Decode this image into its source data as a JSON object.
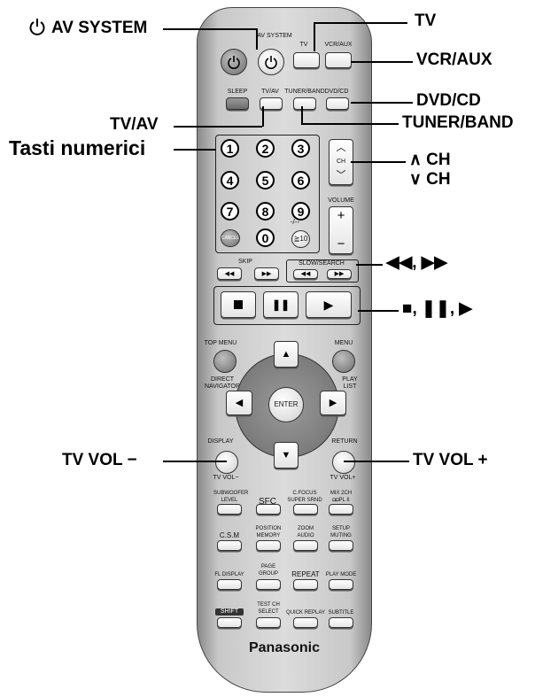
{
  "callouts": {
    "av_system": "AV SYSTEM",
    "tv": "TV",
    "vcr_aux": "VCR/AUX",
    "dvd_cd": "DVD/CD",
    "tv_av": "TV/AV",
    "tuner_band": "TUNER/BAND",
    "tasti_numerici": "Tasti numerici",
    "ch_up": "∧ CH",
    "ch_down": "∨ CH",
    "skip_search": "◀◀, ▶▶",
    "stop_pause_play": "■, ❚❚, ▶",
    "tv_vol_minus": "TV VOL −",
    "tv_vol_plus": "TV VOL +"
  },
  "remote": {
    "brand": "Panasonic",
    "labels": {
      "av_system": "AV SYSTEM",
      "tv": "TV",
      "vcr_aux": "VCR/AUX",
      "sleep": "SLEEP",
      "tv_av": "TV/AV",
      "tuner_band": "TUNER/BAND",
      "dvd_cd": "DVD/CD",
      "ch": "CH",
      "volume": "VOLUME",
      "cancel": "CANCEL",
      "dash": "-/--",
      "ten": "≧10",
      "skip": "SKIP",
      "slow_search": "SLOW/SEARCH",
      "top_menu": "TOP MENU",
      "menu": "MENU",
      "direct_navigator": "DIRECT NAVIGATOR",
      "play_list": "PLAY LIST",
      "enter": "ENTER",
      "display": "DISPLAY",
      "return": "RETURN",
      "tv_vol_minus": "TV VOL−",
      "tv_vol_plus": "TV VOL+",
      "subwoofer_level": "SUBWOOFER LEVEL",
      "sfc": "SFC",
      "c_focus": "C.FOCUS SUPER SRND",
      "mix_2ch": "MIX 2CH ◘◘PL II",
      "csm": "C.S.M",
      "position_memory": "POSITION MEMORY",
      "zoom_audio": "ZOOM AUDIO",
      "setup_muting": "SETUP MUTING",
      "fl_display": "FL DISPLAY",
      "page_group": "PAGE GROUP",
      "repeat": "REPEAT",
      "play_mode": "PLAY MODE",
      "shift": "SHIFT",
      "test_ch_select": "TEST CH SELECT",
      "quick_replay": "QUICK REPLAY",
      "subtitle": "SUBTITLE"
    },
    "numbers": [
      "1",
      "2",
      "3",
      "4",
      "5",
      "6",
      "7",
      "8",
      "9",
      "0"
    ]
  },
  "icons": {
    "power": "power-icon",
    "play": "play-icon",
    "pause": "pause-icon",
    "stop": "stop-icon"
  }
}
